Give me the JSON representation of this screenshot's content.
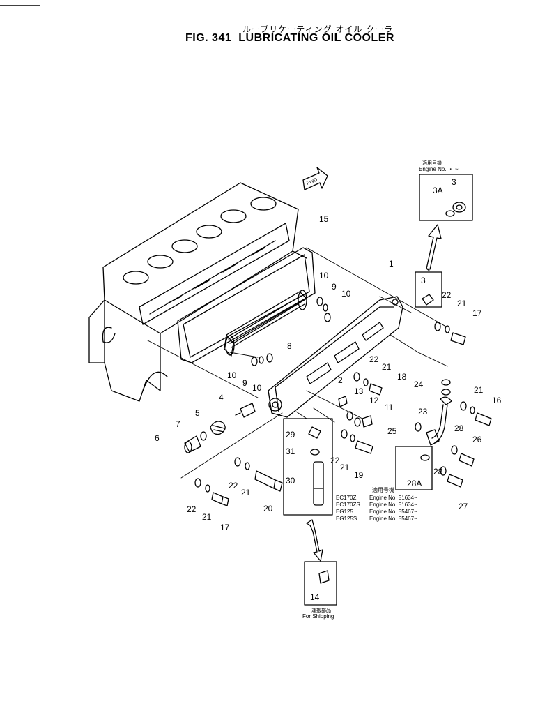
{
  "header": {
    "japanese_title": "ループリケーティング オイル クーラ",
    "fig_number": "FIG. 341",
    "title": "LUBRICATING OIL COOLER"
  },
  "fwd_label": "FWD",
  "inset_top": {
    "heading_jp": "適用号機",
    "heading_en": "Engine No. ・ ~",
    "labels": [
      "3",
      "3A"
    ]
  },
  "serial_table": {
    "heading": "適用号機",
    "rows": [
      {
        "model": "EC170Z",
        "engine": "Engine No. 51634~"
      },
      {
        "model": "EC170ZS",
        "engine": "Engine No. 51634~"
      },
      {
        "model": "EG125",
        "engine": "Engine No. 55467~"
      },
      {
        "model": "EG125S",
        "engine": "Engine No. 55467~"
      }
    ]
  },
  "shipping": {
    "heading_jp": "運搬部品",
    "heading_en": "For Shipping",
    "label": "14"
  },
  "callouts": [
    "15",
    "1",
    "10",
    "9",
    "10",
    "8",
    "10",
    "9",
    "10",
    "3",
    "22",
    "21",
    "17",
    "4",
    "5",
    "7",
    "6",
    "2",
    "13",
    "22",
    "21",
    "18",
    "24",
    "21",
    "16",
    "12",
    "11",
    "23",
    "25",
    "28",
    "26",
    "22",
    "21",
    "19",
    "28A",
    "28",
    "27",
    "29",
    "31",
    "30",
    "22",
    "21",
    "20",
    "22",
    "21",
    "17"
  ],
  "colors": {
    "ink": "#000000",
    "paper": "#ffffff"
  }
}
